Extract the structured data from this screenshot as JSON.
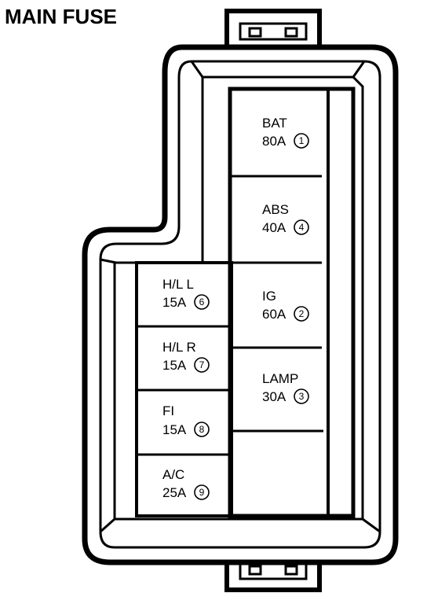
{
  "title": "MAIN FUSE",
  "fuses": [
    {
      "id": "bat",
      "name": "BAT",
      "rating": "80A",
      "number": "1"
    },
    {
      "id": "abs",
      "name": "ABS",
      "rating": "40A",
      "number": "4"
    },
    {
      "id": "ig",
      "name": "IG",
      "rating": "60A",
      "number": "2"
    },
    {
      "id": "lamp",
      "name": "LAMP",
      "rating": "30A",
      "number": "3"
    },
    {
      "id": "hll",
      "name": "H/L L",
      "rating": "15A",
      "number": "6"
    },
    {
      "id": "hlr",
      "name": "H/L R",
      "rating": "15A",
      "number": "7"
    },
    {
      "id": "fi",
      "name": "FI",
      "rating": "15A",
      "number": "8"
    },
    {
      "id": "ac",
      "name": "A/C",
      "rating": "25A",
      "number": "9"
    }
  ]
}
